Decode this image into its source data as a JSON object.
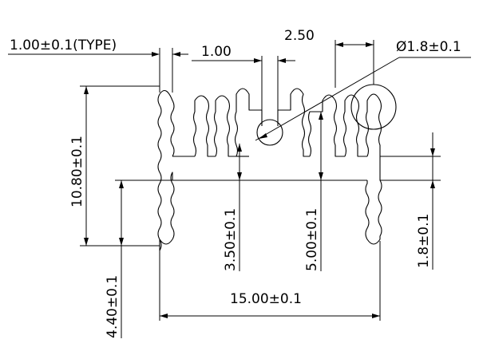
{
  "dimensions": {
    "fin_thickness": "1.00±0.1(TYPE)",
    "gap_width": "1.00",
    "pitch": "2.50",
    "hole_diameter": "Ø1.8±0.1",
    "overall_height": "10.80±0.1",
    "lower_height": "4.40±0.1",
    "short_fin": "3.50±0.1",
    "tall_fin": "5.00±0.1",
    "base_thickness": "1.8±0.1",
    "overall_width": "15.00±0.1"
  }
}
